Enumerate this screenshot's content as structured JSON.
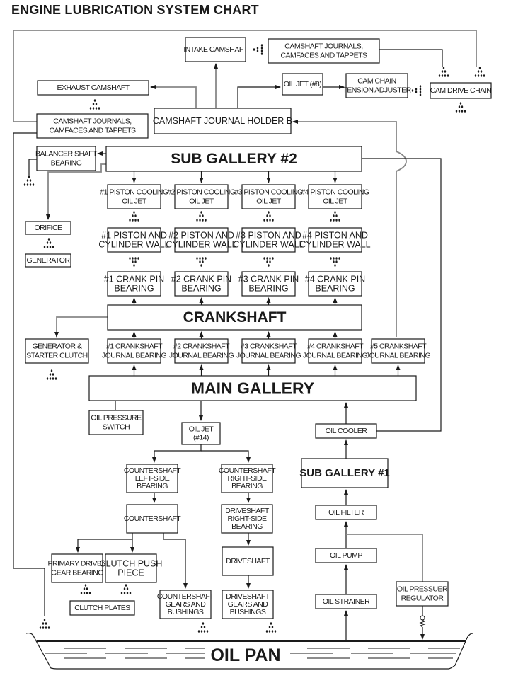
{
  "title": "ENGINE LUBRICATION SYSTEM CHART",
  "nodes": {
    "intake_camshaft": [
      "INTAKE CAMSHAFT"
    ],
    "camshaft_journals_top": [
      "CAMSHAFT JOURNALS,",
      "CAMFACES AND TAPPETS"
    ],
    "exhaust_camshaft": [
      "EXHAUST CAMSHAFT"
    ],
    "oil_jet_8": [
      "OIL JET (#8)"
    ],
    "cam_chain_tension_adjuster": [
      "CAM CHAIN",
      "TENSION ADJUSTER"
    ],
    "cam_drive_chain": [
      "CAM DRIVE CHAIN"
    ],
    "camshaft_journals_left": [
      "CAMSHAFT JOURNALS,",
      "CAMFACES AND TAPPETS"
    ],
    "camshaft_journal_holder_b": [
      "CAMSHAFT JOURNAL HOLDER B"
    ],
    "balancer_shaft_bearing": [
      "BALANCER SHAFT",
      "BEARING"
    ],
    "sub_gallery_2": [
      "SUB GALLERY #2"
    ],
    "orifice": [
      "ORIFICE"
    ],
    "generator": [
      "GENERATOR"
    ],
    "piston_cooling_jets": [
      [
        "#1 PISTON COOLING",
        "OIL JET"
      ],
      [
        "#2 PISTON COOLING",
        "OIL JET"
      ],
      [
        "#3 PISTON COOLING",
        "OIL JET"
      ],
      [
        "#4 PISTON COOLING",
        "OIL JET"
      ]
    ],
    "piston_cylinder_walls": [
      [
        "#1 PISTON AND",
        "CYLINDER WALL"
      ],
      [
        "#2 PISTON AND",
        "CYLINDER WALL"
      ],
      [
        "#3 PISTON AND",
        "CYLINDER WALL"
      ],
      [
        "#4 PISTON AND",
        "CYLINDER WALL"
      ]
    ],
    "crank_pin_bearings": [
      [
        "#1 CRANK PIN",
        "BEARING"
      ],
      [
        "#2 CRANK PIN",
        "BEARING"
      ],
      [
        "#3 CRANK PIN",
        "BEARING"
      ],
      [
        "#4  CRANK PIN",
        "BEARING"
      ]
    ],
    "crankshaft": [
      "CRANKSHAFT"
    ],
    "generator_starter_clutch": [
      "GENERATOR &",
      "STARTER CLUTCH"
    ],
    "crankshaft_journal_bearings": [
      [
        "#1 CRANKSHAFT",
        "JOURNAL BEARING"
      ],
      [
        "#2 CRANKSHAFT",
        "JOURNAL BEARING"
      ],
      [
        "#3 CRANKSHAFT",
        "JOURNAL BEARING"
      ],
      [
        "#4 CRANKSHAFT",
        "JOURNAL BEARING"
      ],
      [
        "#5 CRANKSHAFT",
        "JOURNAL BEARING"
      ]
    ],
    "main_gallery": [
      "MAIN GALLERY"
    ],
    "oil_pressure_switch": [
      "OIL PRESSURE",
      "SWITCH"
    ],
    "oil_jet_14": [
      "OIL JET",
      "(#14)"
    ],
    "oil_cooler": [
      "OIL COOLER"
    ],
    "countershaft_left_bearing": [
      "COUNTERSHAFT",
      "LEFT-SIDE",
      "BEARING"
    ],
    "countershaft_right_bearing": [
      "COUNTERSHAFT",
      "RIGHT-SIDE",
      "BEARING"
    ],
    "sub_gallery_1": [
      "SUB GALLERY #1"
    ],
    "countershaft": [
      "COUNTERSHAFT"
    ],
    "driveshaft_right_bearing": [
      "DRIVESHAFT",
      "RIGHT-SIDE",
      "BEARING"
    ],
    "oil_filter": [
      "OIL FILTER"
    ],
    "driveshaft": [
      "DRIVESHAFT"
    ],
    "oil_pump": [
      "OIL PUMP"
    ],
    "primary_driven_gear_bearing": [
      "PRIMARY DRIVEN",
      "GEAR BEARING"
    ],
    "clutch_push_piece": [
      "CLUTCH PUSH",
      "PIECE"
    ],
    "clutch_plates": [
      "CLUTCH PLATES"
    ],
    "countershaft_gears_bushings": [
      "COUNTERSHAFT",
      "GEARS AND",
      "BUSHINGS"
    ],
    "driveshaft_gears_bushings": [
      "DRIVESHAFT",
      "GEARS AND",
      "BUSHINGS"
    ],
    "oil_strainer": [
      "OIL STRAINER"
    ],
    "oil_pressure_regulator": [
      "OIL PRESSUER",
      "REGULATOR"
    ],
    "oil_pan": [
      "OIL PAN"
    ]
  },
  "colors": {
    "line": "#1a1a1a",
    "return_line": "#888888",
    "background": "#ffffff"
  }
}
